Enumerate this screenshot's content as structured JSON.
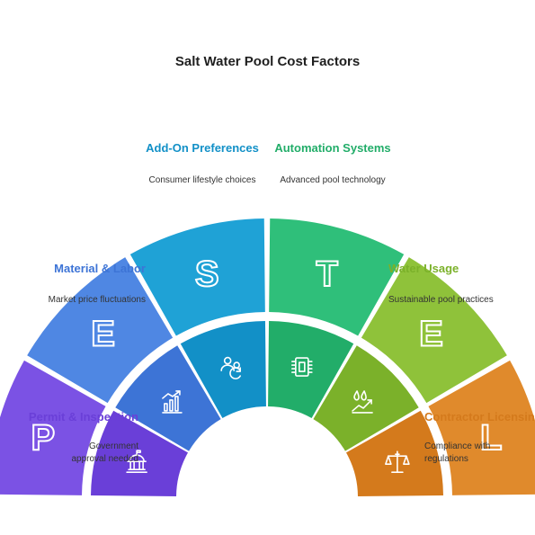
{
  "title": "Salt Water Pool Cost Factors",
  "colors": {
    "p_outer": "#7b52e4",
    "p_inner": "#6a3fd8",
    "e1_outer": "#4f87e3",
    "e1_inner": "#3d74d6",
    "s_outer": "#1fa2d6",
    "s_inner": "#1290c7",
    "t_outer": "#2fbf7a",
    "t_inner": "#22ad69",
    "e2_outer": "#8fc23a",
    "e2_inner": "#7bb12a",
    "l_outer": "#e08a2c",
    "l_inner": "#d47a1c"
  },
  "segments": [
    {
      "letter": "P",
      "label": "Permit & Inspection",
      "desc": "Government approval needed",
      "icon": "government-building-icon"
    },
    {
      "letter": "E",
      "label": "Material & Labor",
      "desc": "Market price fluctuations",
      "icon": "bar-chart-trend-icon"
    },
    {
      "letter": "S",
      "label": "Add-On Preferences",
      "desc": "Consumer lifestyle choices",
      "icon": "people-cycle-icon"
    },
    {
      "letter": "T",
      "label": "Automation Systems",
      "desc": "Advanced pool technology",
      "icon": "microchip-icon"
    },
    {
      "letter": "E",
      "label": "Water Usage",
      "desc": "Sustainable pool practices",
      "icon": "water-drops-icon"
    },
    {
      "letter": "L",
      "label": "Contractor Licensing",
      "desc": "Compliance with regulations",
      "icon": "balance-scale-icon"
    }
  ]
}
